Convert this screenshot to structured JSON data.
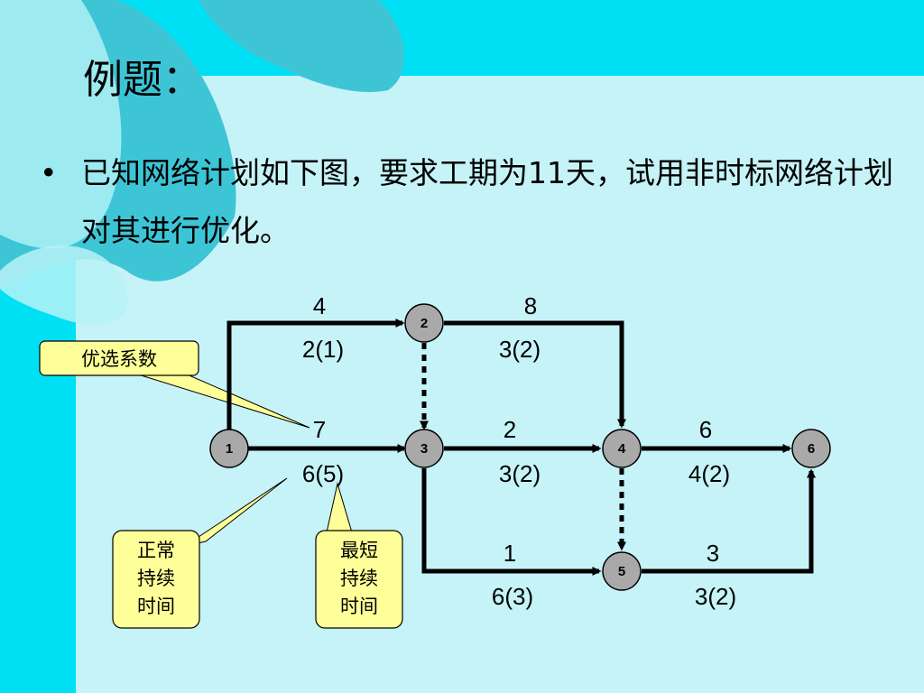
{
  "slide": {
    "title": "例题：",
    "bullet": "•",
    "text": "已知网络计划如下图，要求工期为11天，试用非时标网络计划对其进行优化。"
  },
  "diagram": {
    "nodes": [
      {
        "id": "1",
        "label": "1"
      },
      {
        "id": "2",
        "label": "2"
      },
      {
        "id": "3",
        "label": "3"
      },
      {
        "id": "4",
        "label": "4"
      },
      {
        "id": "5",
        "label": "5"
      },
      {
        "id": "6",
        "label": "6"
      }
    ],
    "edges": [
      {
        "from": "1",
        "to": "2",
        "top": "4",
        "bottom": "2(1)",
        "dashed": false
      },
      {
        "from": "1",
        "to": "3",
        "top": "7",
        "bottom": "6(5)",
        "dashed": false
      },
      {
        "from": "2",
        "to": "3",
        "top": "",
        "bottom": "",
        "dashed": true
      },
      {
        "from": "2",
        "to": "4",
        "top": "8",
        "bottom": "3(2)",
        "dashed": false
      },
      {
        "from": "3",
        "to": "4",
        "top": "2",
        "bottom": "3(2)",
        "dashed": false
      },
      {
        "from": "3",
        "to": "5",
        "top": "1",
        "bottom": "6(3)",
        "dashed": false
      },
      {
        "from": "4",
        "to": "5",
        "top": "",
        "bottom": "",
        "dashed": true
      },
      {
        "from": "4",
        "to": "6",
        "top": "6",
        "bottom": "4(2)",
        "dashed": false
      },
      {
        "from": "5",
        "to": "6",
        "top": "3",
        "bottom": "3(2)",
        "dashed": false
      }
    ],
    "callouts": [
      {
        "id": "priority",
        "lines": [
          "优选系数"
        ]
      },
      {
        "id": "normal",
        "lines": [
          "正常",
          "持续",
          "时间"
        ]
      },
      {
        "id": "shortest",
        "lines": [
          "最短",
          "持续",
          "时间"
        ]
      }
    ]
  },
  "colors": {
    "background_top": "#00e0f5",
    "panel": "#c6f3f7",
    "decor_dark": "#3dc5d6",
    "decor_light": "#b6f2f7",
    "node_fill": "#a9a9a9",
    "callout_fill": "#ffff99"
  }
}
